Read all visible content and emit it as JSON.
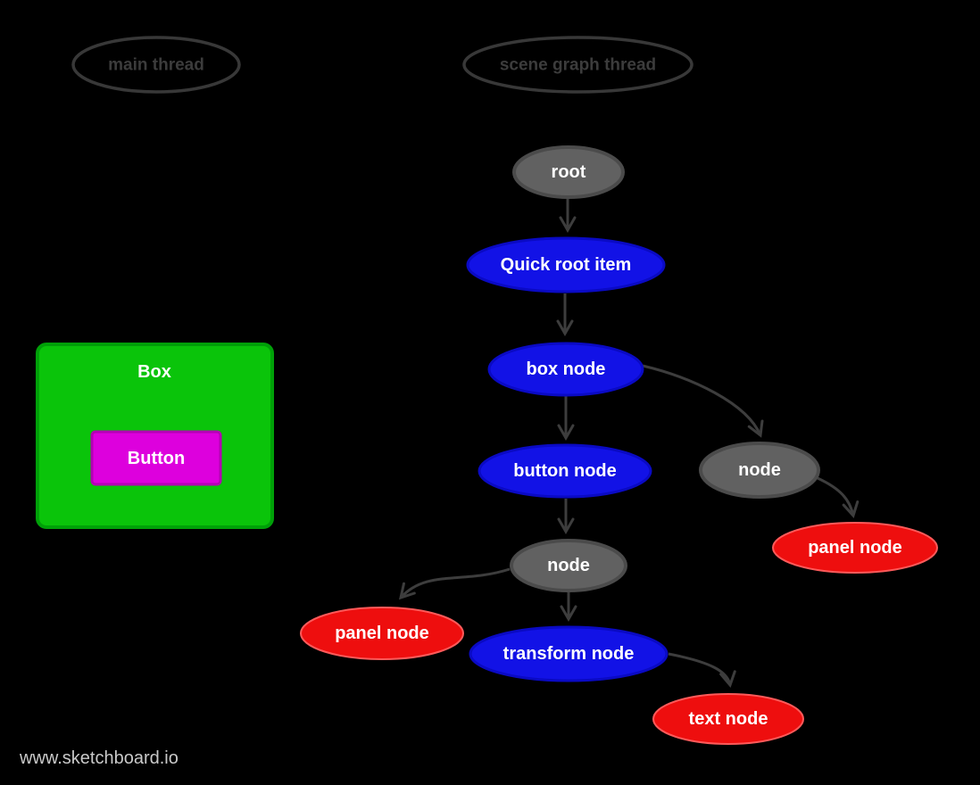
{
  "diagram": {
    "watermark": "www.sketchboard.io",
    "colors": {
      "background": "#000000",
      "blue_node": "#1212e6",
      "gray_node": "#616161",
      "red_node": "#ee0e0e",
      "green_box": "#0ac40a",
      "magenta_button": "#dd00dd",
      "edge": "#3d3d3d",
      "thread_outline": "#383838",
      "watermark_text": "#c9c9c9"
    },
    "threads": {
      "main": {
        "label": "main thread"
      },
      "scene_graph": {
        "label": "scene graph thread"
      }
    },
    "ui_preview": {
      "box": {
        "label": "Box"
      },
      "button": {
        "label": "Button"
      }
    },
    "nodes": {
      "root": {
        "label": "root",
        "type": "gray"
      },
      "quick_root_item": {
        "label": "Quick root item",
        "type": "blue"
      },
      "box_node": {
        "label": "box node",
        "type": "blue"
      },
      "button_node": {
        "label": "button node",
        "type": "blue"
      },
      "node_mid": {
        "label": "node",
        "type": "gray"
      },
      "node_right": {
        "label": "node",
        "type": "gray"
      },
      "panel_node_left": {
        "label": "panel node",
        "type": "red"
      },
      "panel_node_right": {
        "label": "panel node",
        "type": "red"
      },
      "transform_node": {
        "label": "transform node",
        "type": "blue"
      },
      "text_node": {
        "label": "text node",
        "type": "red"
      }
    },
    "edges": [
      {
        "from": "root",
        "to": "quick_root_item",
        "style": "open-v-arrow"
      },
      {
        "from": "quick_root_item",
        "to": "box_node",
        "style": "open-v-arrow"
      },
      {
        "from": "box_node",
        "to": "button_node",
        "style": "open-v-arrow"
      },
      {
        "from": "box_node",
        "to": "node_right",
        "style": "open-v-arrow"
      },
      {
        "from": "node_right",
        "to": "panel_node_right",
        "style": "open-v-arrow"
      },
      {
        "from": "button_node",
        "to": "node_mid",
        "style": "open-v-arrow"
      },
      {
        "from": "node_mid",
        "to": "panel_node_left",
        "style": "open-v-arrow"
      },
      {
        "from": "node_mid",
        "to": "transform_node",
        "style": "open-v-arrow"
      },
      {
        "from": "transform_node",
        "to": "text_node",
        "style": "open-v-arrow"
      }
    ]
  }
}
